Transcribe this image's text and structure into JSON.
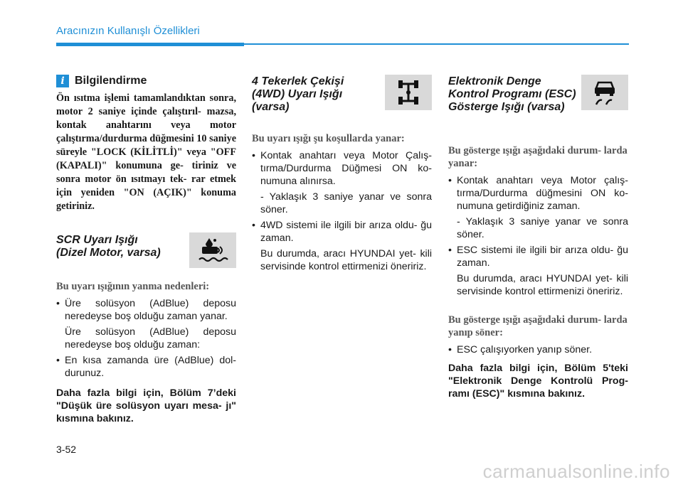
{
  "header": {
    "title": "Aracınızın Kullanışlı Özellikleri"
  },
  "info": {
    "badge": "i",
    "title": "Bilgilendirme",
    "text": "Ön ısıtma işlemi tamamlandıktan sonra, motor 2 saniye içinde çalıştırıl- mazsa, kontak anahtarını veya motor çalıştırma/durdurma düğmesini 10 saniye süreyle \"LOCK (KİLİTLİ)\" veya \"OFF (KAPALI)\" konumuna ge- tiriniz ve sonra motor ön ısıtmayı tek- rar etmek için yeniden \"ON (AÇIK)\" konuma getiriniz."
  },
  "scr": {
    "title_line1": "SCR Uyarı Işığı",
    "title_line2": "(Dizel Motor, varsa)",
    "icon": "scr-warning-icon",
    "subheading": "Bu uyarı ışığının yanma nedenleri:",
    "bullet1": "Üre solüsyon (AdBlue) deposu neredeyse boş olduğu zaman yanar.",
    "bullet1_cont": "Üre solüsyon (AdBlue) deposu neredeyse boş olduğu zaman:",
    "bullet2": "En kısa zamanda üre (AdBlue) dol- durunuz.",
    "note": "Daha fazla bilgi için, Bölüm 7’deki \"Düşük üre solüsyon uyarı mesa- jı\" kısmına bakınız."
  },
  "fourwd": {
    "title_line1": "4 Tekerlek Çekişi",
    "title_line2": "(4WD) Uyarı Işığı",
    "title_line3": "(varsa)",
    "icon": "4wd-warning-icon",
    "subheading": "Bu uyarı ışığı şu koşullarda yanar:",
    "bullet1": "Kontak anahtarı veya Motor Çalış- tırma/Durdurma Düğmesi ON ko- numuna alınırsa.",
    "bullet1_dash": "- Yaklaşık 3 saniye yanar ve sonra söner.",
    "bullet2": "4WD sistemi ile ilgili bir arıza oldu- ğu zaman.",
    "bullet2_cont": "Bu durumda, aracı HYUNDAI yet- kili servisinde kontrol ettirmenizi öneririz."
  },
  "esc": {
    "title_line1": "Elektronik Denge",
    "title_line2": "Kontrol Programı (ESC)",
    "title_line3": "Gösterge Işığı (varsa)",
    "icon": "esc-indicator-icon",
    "subheading1": "Bu gösterge ışığı aşağıdaki durum- larda yanar:",
    "bullet1": "Kontak anahtarı veya Motor çalış- tırma/Durdurma düğmesini ON ko- numuna getirdiğiniz zaman.",
    "bullet1_dash": "- Yaklaşık 3 saniye yanar ve sonra söner.",
    "bullet2": "ESC sistemi ile ilgili bir arıza oldu- ğu zaman.",
    "bullet2_cont": "Bu durumda, aracı HYUNDAI yet- kili servisinde kontrol ettirmenizi öneririz.",
    "subheading2": "Bu gösterge ışığı aşağıdaki durum- larda yanıp söner:",
    "bullet3": "ESC çalışıyorken yanıp söner.",
    "note": "Daha fazla bilgi için, Bölüm 5'teki \"Elektronik Denge Kontrolü Prog- ramı (ESC)\" kısmına bakınız."
  },
  "footer": {
    "page": "3-52",
    "watermark": "carmanualsonline.info"
  },
  "colors": {
    "accent": "#1f8fd6",
    "icon_bg": "#d9d9d9"
  }
}
